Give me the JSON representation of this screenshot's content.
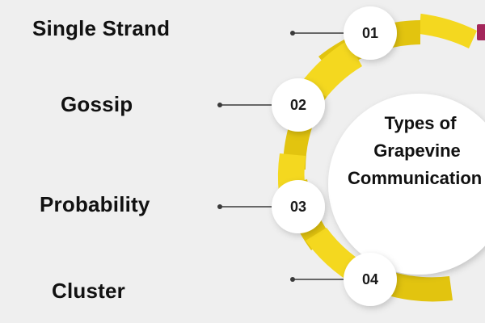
{
  "diagram": {
    "center_title_lines": [
      "Types of",
      "Grapevine",
      "Communication"
    ],
    "items": [
      {
        "number": "01",
        "label": "Single Strand"
      },
      {
        "number": "02",
        "label": "Gossip"
      },
      {
        "number": "03",
        "label": "Probability"
      },
      {
        "number": "04",
        "label": "Cluster"
      }
    ]
  },
  "colors": {
    "accent": "#f4d81f",
    "accent_shadow": "#e2c40f",
    "background": "#efefef",
    "circle": "#ffffff",
    "connector": "#3a3a3a",
    "brand_tab": "#a3265a"
  }
}
